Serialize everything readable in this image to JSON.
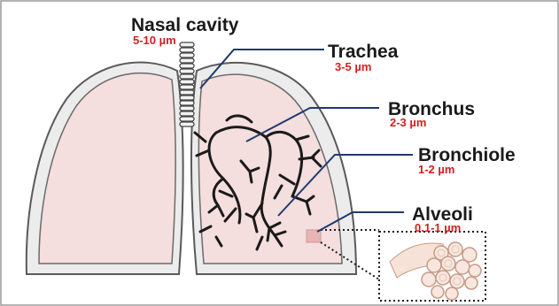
{
  "labels": [
    {
      "id": "nasal-cavity",
      "name": "Nasal cavity",
      "size": "5-10 µm"
    },
    {
      "id": "trachea",
      "name": "Trachea",
      "size": "3-5 µm"
    },
    {
      "id": "bronchus",
      "name": "Bronchus",
      "size": "2-3 µm"
    },
    {
      "id": "bronchiole",
      "name": "Bronchiole",
      "size": "1-2 µm"
    },
    {
      "id": "alveoli",
      "name": "Alveoli",
      "size": "0.1-1 µm"
    }
  ],
  "colors": {
    "size_text": "#d42020",
    "leader_line": "#1f3a6e",
    "lung_fill": "#f4dede",
    "lung_outline": "#5a5a5a",
    "airway": "#1a1a1a",
    "alveolus_fill": "#f8e7de",
    "alveolus_outline": "#c79a86",
    "alveoli_marker": "#e8b4b4"
  }
}
